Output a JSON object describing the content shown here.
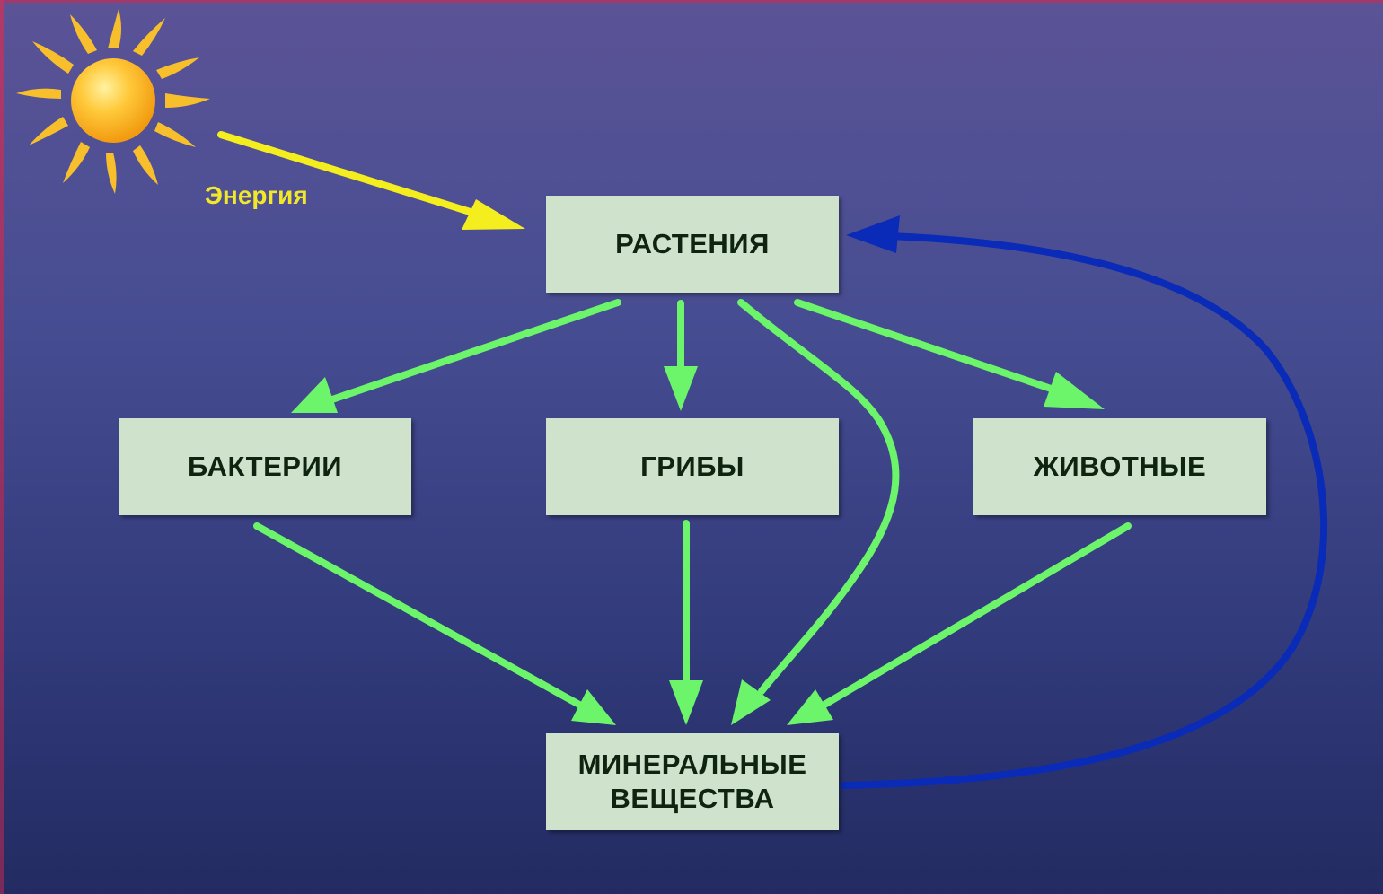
{
  "nodes": {
    "plants": "РАСТЕНИЯ",
    "bacteria": "БАКТЕРИИ",
    "fungi": "ГРИБЫ",
    "animals": "ЖИВОТНЫЕ",
    "minerals": "МИНЕРАЛЬНЫЕ ВЕЩЕСТВА"
  },
  "energy_label": "Энергия",
  "colors": {
    "box_fill": "#cfe2cb",
    "box_text": "#0f2410",
    "flow_arrow": "#6cf56a",
    "return_arrow": "#0a2ab8",
    "energy_arrow": "#f5ee1e",
    "energy_text": "#f2e82a",
    "sun": "#f6b623"
  },
  "icons": {
    "sun": "sun-icon"
  }
}
